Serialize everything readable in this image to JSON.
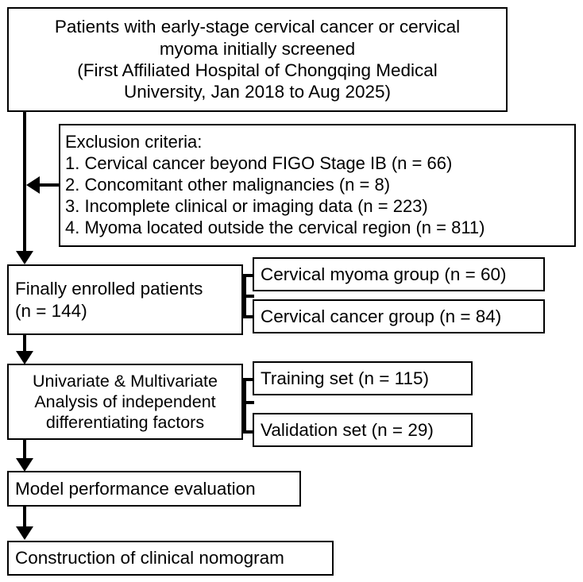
{
  "diagram": {
    "title": "Study flow diagram (CONSORT-style patient selection flowchart)",
    "nodes": {
      "screened": {
        "lines": [
          "Patients with early-stage cervical cancer or cervical",
          "myoma initially screened",
          "(First Affiliated Hospital of Chongqing Medical",
          "University, Jan 2018 to Aug 2025)"
        ]
      },
      "exclusion": {
        "lines": [
          "Exclusion criteria:",
          "1. Cervical cancer beyond FIGO Stage IB (n = 66)",
          "2. Concomitant other malignancies (n = 8)",
          "3. Incomplete clinical or imaging data (n = 223)",
          "4. Myoma located outside the cervical region (n = 811)"
        ]
      },
      "enrolled": {
        "lines": [
          "Finally enrolled patients",
          "(n = 144)"
        ]
      },
      "myoma_group": {
        "lines": [
          "Cervical myoma group (n = 60)"
        ]
      },
      "cancer_group": {
        "lines": [
          "Cervical cancer group (n = 84)"
        ]
      },
      "analysis": {
        "lines": [
          "Univariate & Multivariate",
          "Analysis of independent",
          "differentiating factors"
        ]
      },
      "training_set": {
        "lines": [
          "Training set (n = 115)"
        ]
      },
      "validation_set": {
        "lines": [
          "Validation set (n = 29)"
        ]
      },
      "evaluation": {
        "lines": [
          "Model performance evaluation"
        ]
      },
      "nomogram": {
        "lines": [
          "Construction of clinical nomogram"
        ]
      }
    },
    "counts": {
      "excluded_stage_beyond_ib": 66,
      "excluded_other_malignancies": 8,
      "excluded_incomplete_data": 223,
      "excluded_myoma_outside_cervix": 811,
      "enrolled_total": 144,
      "myoma_group": 60,
      "cancer_group": 84,
      "training_set": 115,
      "validation_set": 29
    },
    "colors": {
      "stroke": "#000000",
      "fill": "#ffffff",
      "text": "#000000"
    }
  }
}
